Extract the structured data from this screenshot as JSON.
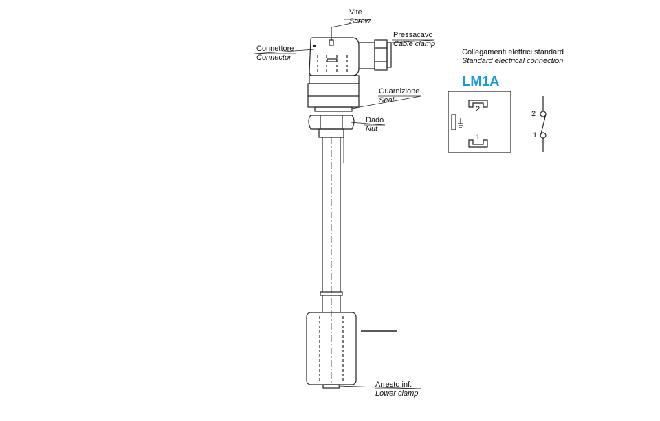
{
  "callouts": {
    "vite": {
      "it": "Vite",
      "en": "Screw"
    },
    "connettore": {
      "it": "Connettore",
      "en": "Connector"
    },
    "pressacavo": {
      "it": "Pressacavo",
      "en": "Cable clamp"
    },
    "guarnizione": {
      "it": "Guarnizione",
      "en": "Seal"
    },
    "dado": {
      "it": "Dado",
      "en": "Nut"
    },
    "arresto": {
      "it": "Arresto inf.",
      "en": "Lower clamp"
    }
  },
  "connection": {
    "heading_it": "Collegamenti elettrici standard",
    "heading_en": "Standard electrical connection",
    "model": "LM1A",
    "pin_top": "2",
    "pin_bottom": "1",
    "switch_top": "2",
    "switch_bottom": "1"
  },
  "colors": {
    "accent": "#1a9bd7",
    "line": "#222222"
  }
}
